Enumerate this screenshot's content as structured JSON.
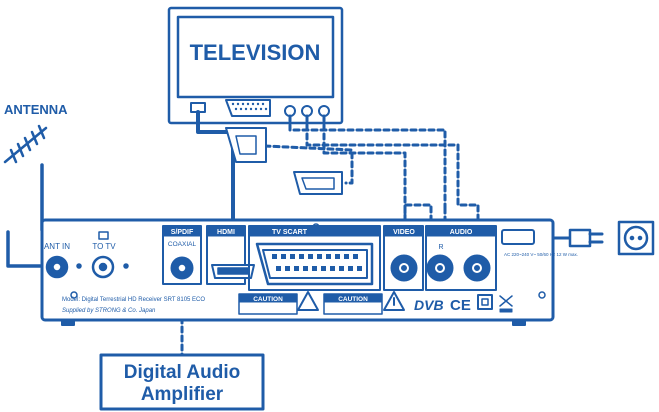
{
  "colors": {
    "ink": "#1f5ca8",
    "white": "#ffffff"
  },
  "labels": {
    "television": "TELEVISION",
    "antenna": "ANTENNA",
    "amplifier_line1": "Digital Audio",
    "amplifier_line2": "Amplifier"
  },
  "receiver": {
    "ant_in": "ANT IN",
    "to_tv": "TO TV",
    "spdif": "S/PDIF",
    "coaxial": "COAXIAL",
    "hdmi": "HDMI",
    "tv_scart": "TV SCART",
    "video": "VIDEO",
    "audio": "AUDIO",
    "audio_r": "R",
    "model": "Model: Digital Terrestrial HD Receiver SRT 8105 ECO",
    "supplied": "Supplied by STRONG & Co. Japan",
    "caution": "CAUTION",
    "dvb": "DVB",
    "ce": "CE",
    "power_rating": "AC 220~240 V~ 50/60 Hz 12 W max."
  },
  "icons": [
    "antenna-icon",
    "power-plug-icon",
    "power-socket-icon",
    "warning-triangle-icon",
    "hdmi-connector-icon",
    "scart-connector-icon"
  ]
}
